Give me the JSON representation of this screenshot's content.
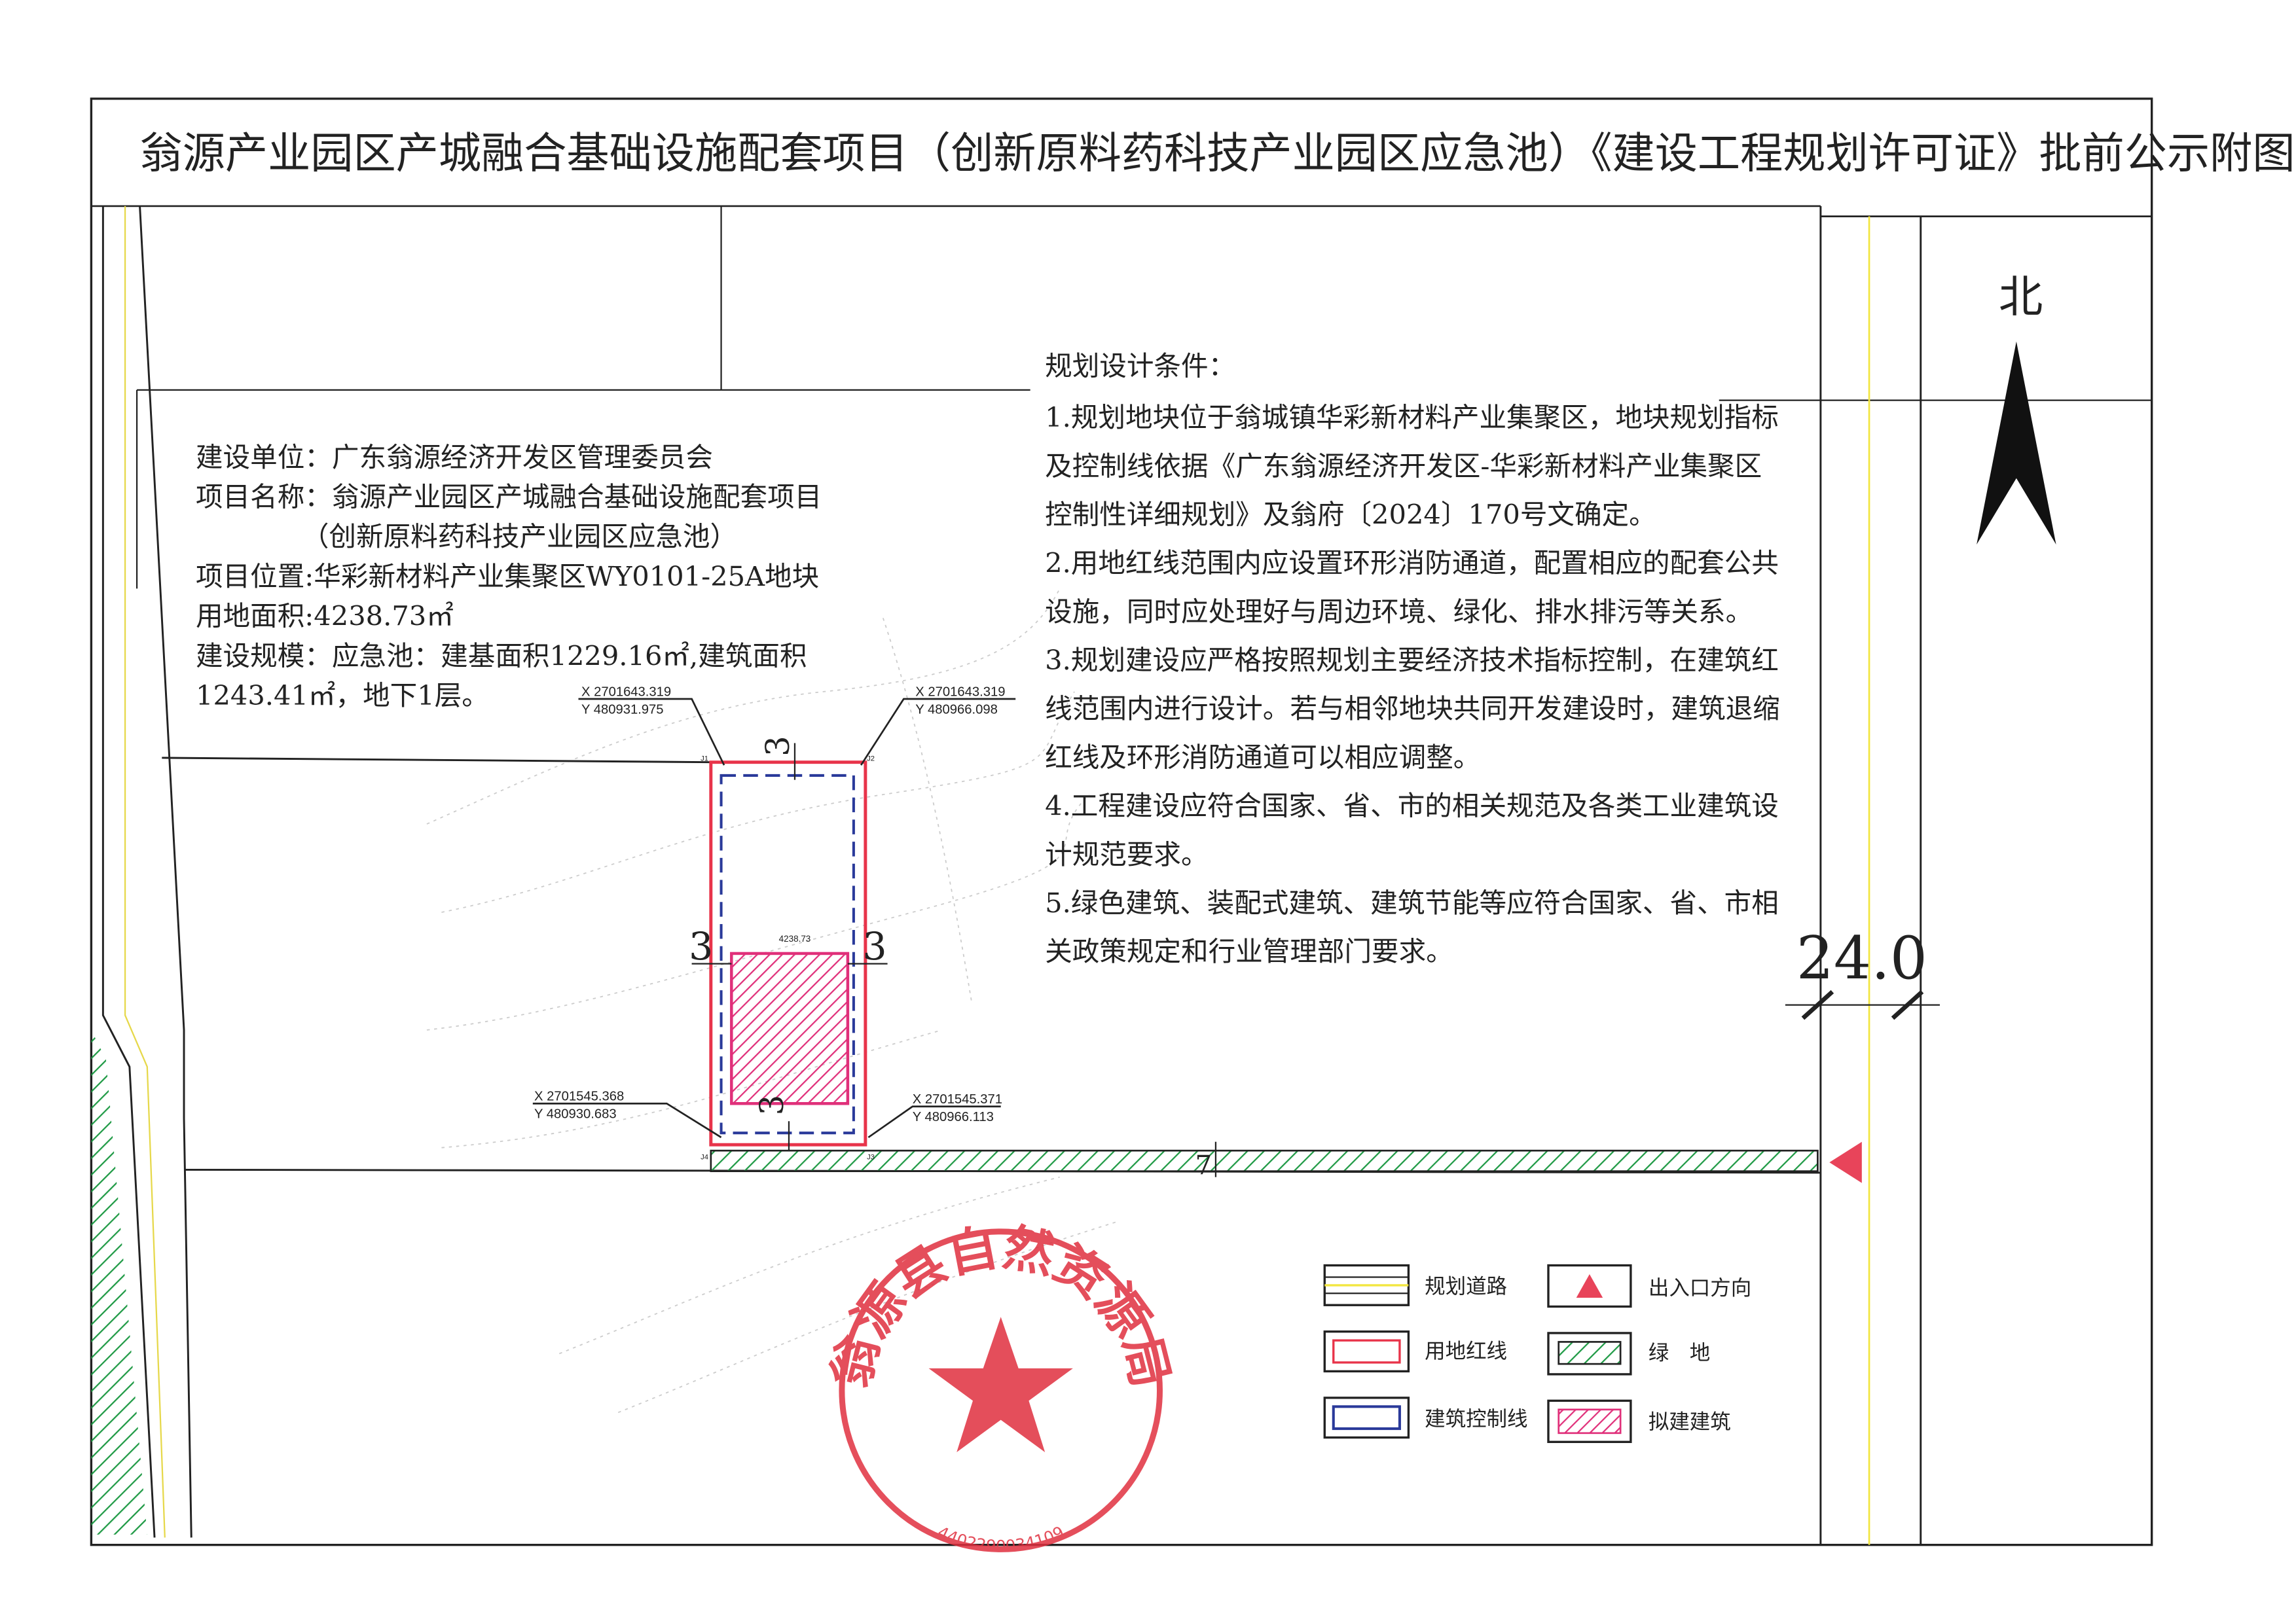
{
  "title": "翁源产业园区产城融合基础设施配套项目（创新原料药科技产业园区应急池）《建设工程规划许可证》批前公示附图",
  "north_label": "北",
  "road_width": "24.0",
  "project_info": [
    "建设单位：广东翁源经济开发区管理委员会",
    "项目名称：翁源产业园区产城融合基础设施配套项目",
    "（创新原料药科技产业园区应急池）",
    "项目位置:华彩新材料产业集聚区WY0101-25A地块",
    "用地面积:4238.73㎡",
    "建设规模：应急池：建基面积1229.16㎡,建筑面积",
    "1243.41㎡，地下1层。"
  ],
  "conditions": {
    "heading": "规划设计条件：",
    "lines": [
      "1.规划地块位于翁城镇华彩新材料产业集聚区，地块规划指标",
      "及控制线依据《广东翁源经济开发区-华彩新材料产业集聚区",
      "控制性详细规划》及翁府〔2024〕170号文确定。",
      "2.用地红线范围内应设置环形消防通道，配置相应的配套公共",
      "设施，同时应处理好与周边环境、绿化、排水排污等关系。",
      "3.规划建设应严格按照规划主要经济技术指标控制，在建筑红",
      "线范围内进行设计。若与相邻地块共同开发建设时，建筑退缩",
      "红线及环形消防通道可以相应调整。",
      "4.工程建设应符合国家、省、市的相关规范及各类工业建筑设",
      "计规范要求。",
      "5.绿色建筑、装配式建筑、建筑节能等应符合国家、省、市相",
      "关政策规定和行业管理部门要求。"
    ]
  },
  "site": {
    "area_label": "4238.73",
    "setbacks": {
      "top": "3",
      "left": "3",
      "right": "3",
      "bottom": "3",
      "green": "7"
    },
    "corners": {
      "top_left": {
        "x": "X 2701643.319",
        "y": "Y 480931.975"
      },
      "top_right": {
        "x": "X 2701643.319",
        "y": "Y 480966.098"
      },
      "bottom_left": {
        "x": "X 2701545.368",
        "y": "Y 480930.683"
      },
      "bottom_right": {
        "x": "X 2701545.371",
        "y": "Y 480966.113"
      }
    },
    "point_labels": [
      "J1",
      "J2",
      "J3",
      "J4"
    ]
  },
  "legend": [
    {
      "label": "规划道路",
      "icon": "planned-road"
    },
    {
      "label": "用地红线",
      "icon": "land-red-line"
    },
    {
      "label": "建筑控制线",
      "icon": "building-control-line"
    },
    {
      "label": "出入口方向",
      "icon": "entrance-triangle"
    },
    {
      "label": "绿　地",
      "icon": "green-hatch"
    },
    {
      "label": "拟建建筑",
      "icon": "building-hatch"
    }
  ],
  "stamp": {
    "text": "翁源县自然资源局",
    "number": "4402290034109",
    "color": "#e0303f"
  },
  "colors": {
    "red_line": "#e8344a",
    "control_line": "#2a3a9a",
    "green": "#1f9a45",
    "building": "#e0307a",
    "road_center": "#f2e640"
  }
}
